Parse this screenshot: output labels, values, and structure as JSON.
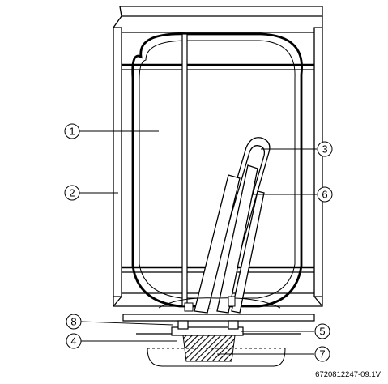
{
  "callouts": [
    {
      "label": "1",
      "part": "tank"
    },
    {
      "label": "2",
      "part": "casing"
    },
    {
      "label": "3",
      "part": "heating-element"
    },
    {
      "label": "4",
      "part": "flange"
    },
    {
      "label": "5",
      "part": "flange-bolt"
    },
    {
      "label": "6",
      "part": "thermostat-tube"
    },
    {
      "label": "7",
      "part": "flange-cover"
    },
    {
      "label": "8",
      "part": "connection-pipe"
    }
  ],
  "figure_ref": "6720812247-09.1V",
  "colors": {
    "line": "#000000",
    "background": "#ffffff",
    "frame": "#000000"
  }
}
